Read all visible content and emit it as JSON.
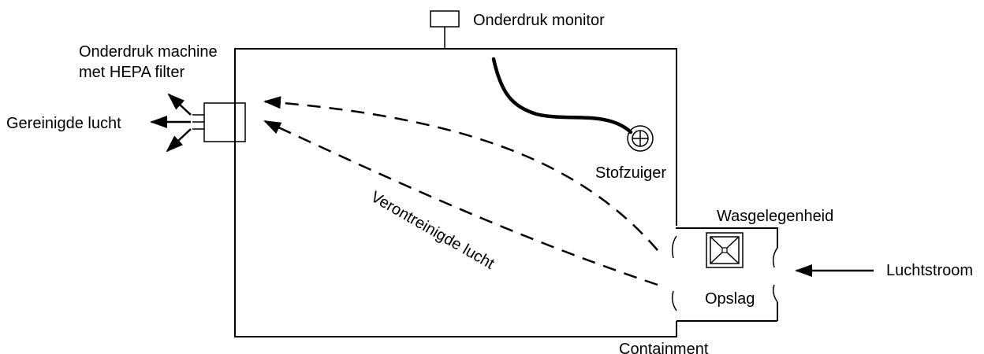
{
  "diagram": {
    "labels": {
      "monitor": "Onderdruk monitor",
      "machine_line1": "Onderdruk machine",
      "machine_line2": "met HEPA filter",
      "clean_air": "Gereinigde lucht",
      "vacuum": "Stofzuiger",
      "contaminated_air": "Verontreinigde lucht",
      "washing": "Wasgelegenheid",
      "storage": "Opslag",
      "airflow": "Luchtstroom",
      "containment": "Containment"
    },
    "colors": {
      "stroke": "#000000",
      "background": "#ffffff"
    }
  }
}
